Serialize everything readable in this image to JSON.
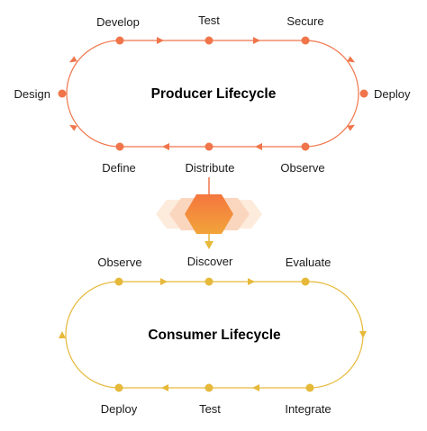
{
  "colors": {
    "producer": "#F0754A",
    "consumer": "#E6B93A",
    "hex_center_top": "#F4763E",
    "hex_center_bottom": "#F2A43A",
    "hex_side": "#FBD6BE",
    "hex_far": "#FDEBDC",
    "text": "#1A1A1A"
  },
  "producer": {
    "title": "Producer Lifecycle",
    "stages": {
      "develop": "Develop",
      "test": "Test",
      "secure": "Secure",
      "deploy": "Deploy",
      "observe": "Observe",
      "distribute": "Distribute",
      "define": "Define",
      "design": "Design"
    }
  },
  "consumer": {
    "title": "Consumer Lifecycle",
    "stages": {
      "observe": "Observe",
      "discover": "Discover",
      "evaluate": "Evaluate",
      "integrate": "Integrate",
      "test": "Test",
      "deploy": "Deploy"
    }
  },
  "connector": {
    "icon": "hexagon-cluster-icon"
  }
}
